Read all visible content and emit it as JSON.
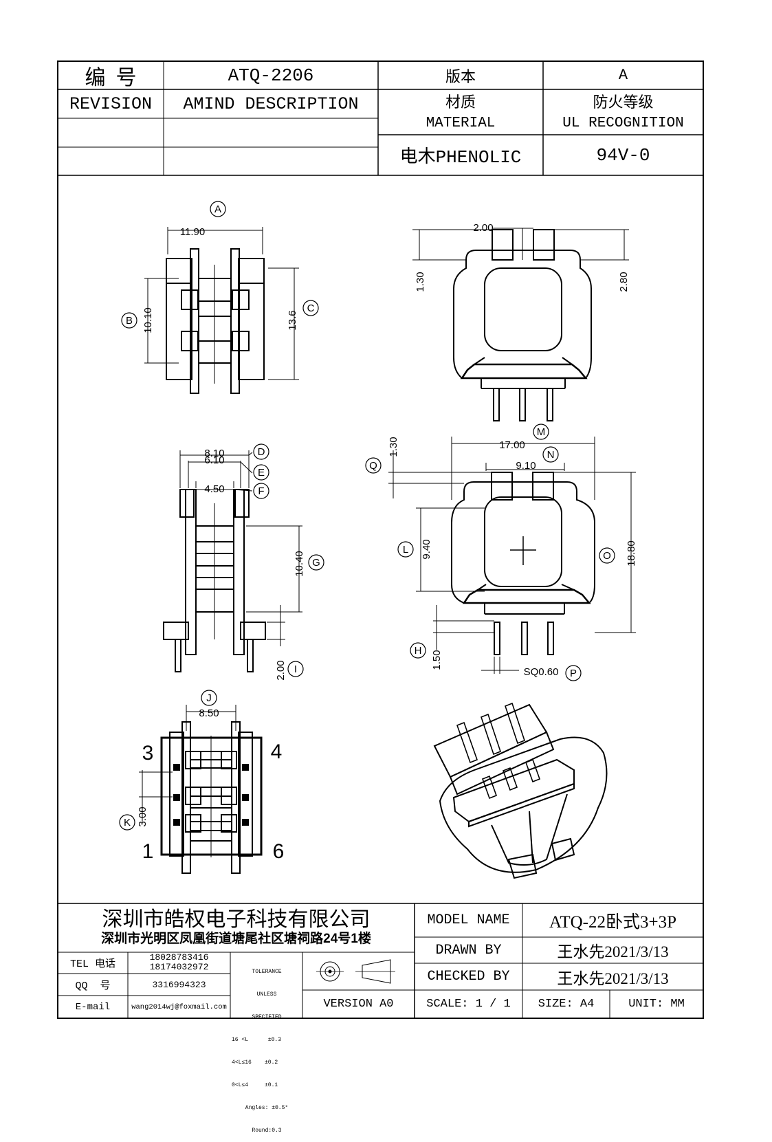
{
  "header": {
    "number_label": "编  号",
    "part_number": "ATQ-2206",
    "version_label": "版本",
    "version_value": "A",
    "revision_label": "REVISION",
    "amind_label": "AMIND DESCRIPTION",
    "material_cn": "材质",
    "material_en": "MATERIAL",
    "ul_cn": "防火等级",
    "ul_en": "UL RECOGNITION",
    "material_value": "电木PHENOLIC",
    "ul_value": "94V-0"
  },
  "dimensions": {
    "A": "11.90",
    "B": "10.10",
    "C": "13.6",
    "top_width": "2.00",
    "top_left_h": "1.30",
    "top_right_h": "2.80",
    "D": "8.10",
    "E": "6.10",
    "F": "4.50",
    "G": "10.40",
    "I": "2.00",
    "M": "17.00",
    "N": "9.10",
    "Q": "1.30",
    "L": "9.40",
    "O": "18.80",
    "H": "1.50",
    "P": "SQ0.60",
    "J": "8.50",
    "K": "3.00"
  },
  "callouts": [
    "A",
    "B",
    "C",
    "D",
    "E",
    "F",
    "G",
    "H",
    "I",
    "J",
    "K",
    "L",
    "M",
    "N",
    "O",
    "P",
    "Q"
  ],
  "pins": [
    "3",
    "4",
    "1",
    "6"
  ],
  "footer": {
    "company_name": "深圳市皓权电子科技有限公司",
    "company_address": "深圳市光明区凤凰街道塘尾社区塘祠路24号1楼",
    "tel_label": "TEL 电话",
    "tel_values": [
      "18028783416",
      "18174032972"
    ],
    "qq_label": "QQ  号",
    "qq_value": "3316994323",
    "email_label": "E-mail",
    "email_value": "wang2014wj@foxmail.com",
    "tolerance": [
      "TOLERANCE",
      "UNLESS",
      "SPECIFIED",
      "16 <L      ±0.3",
      "4<L≤16    ±0.2",
      "0<L≤4     ±0.1",
      "Angles: ±0.5°",
      "Round:0.3"
    ],
    "version": "VERSION A0",
    "model_name_label": "MODEL NAME",
    "model_name_value": "ATQ-22卧式3+3P",
    "drawn_by_label": "DRAWN BY",
    "drawn_by_value": "王水先2021/3/13",
    "checked_by_label": "CHECKED BY",
    "checked_by_value": "王水先2021/3/13",
    "scale": "SCALE: 1 / 1",
    "size": "SIZE: A4",
    "unit": "UNIT: MM"
  }
}
